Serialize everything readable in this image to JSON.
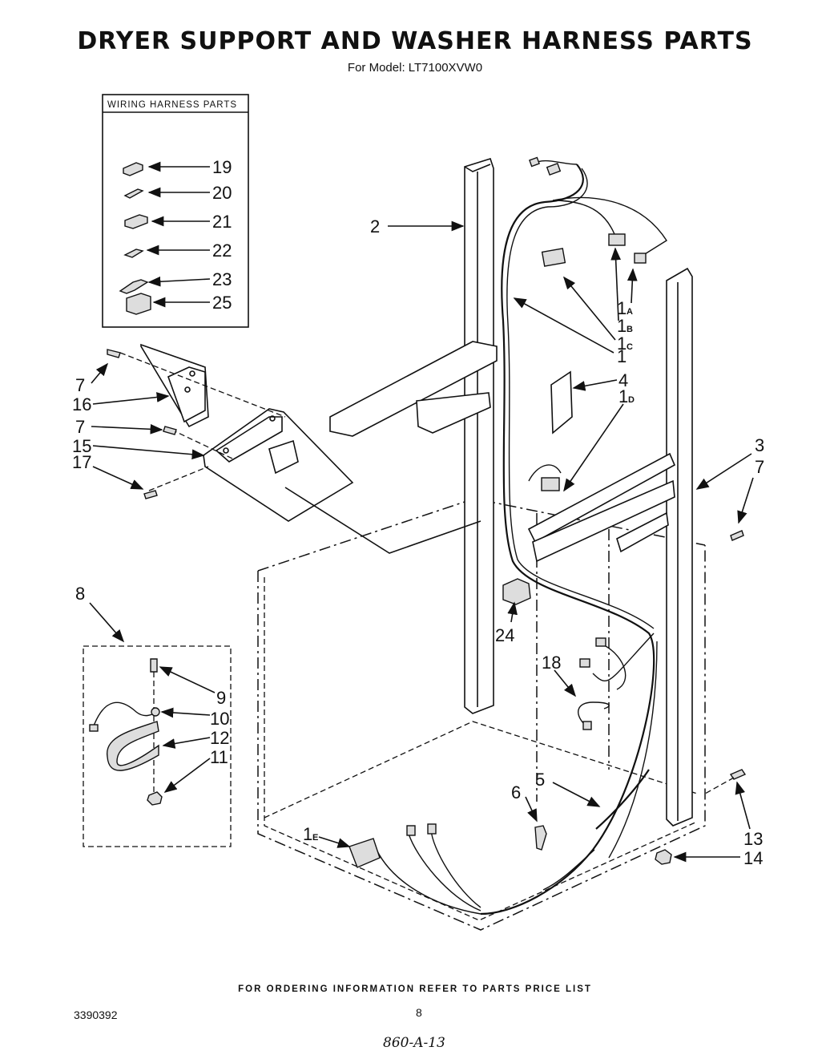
{
  "title": "DRYER SUPPORT AND WASHER HARNESS PARTS",
  "subtitle": "For Model: LT7100XVW0",
  "wiring_box_title": "WIRING HARNESS PARTS",
  "wiring_box_labels": [
    "19",
    "20",
    "21",
    "22",
    "23",
    "25"
  ],
  "callouts": {
    "c2": "2",
    "c1": "1",
    "c1_main": "1",
    "c1_A": "A",
    "c1_main_b": "1",
    "c1_B": "B",
    "c1_main_c": "1",
    "c1_C": "C",
    "c1_main_d": "1",
    "c1_D": "D",
    "c1_main_e": "1",
    "c1_E": "E",
    "c4": "4",
    "c3": "3",
    "c7a": "7",
    "c7b": "7",
    "c7c": "7",
    "c16": "16",
    "c15": "15",
    "c17": "17",
    "c8": "8",
    "c9": "9",
    "c10": "10",
    "c12": "12",
    "c11": "11",
    "c24": "24",
    "c18": "18",
    "c5": "5",
    "c6": "6",
    "c13": "13",
    "c14": "14"
  },
  "footer": "FOR ORDERING INFORMATION REFER TO PARTS PRICE LIST",
  "document_number": "3390392",
  "page_number": "8",
  "handwritten_note": "860-A-13"
}
